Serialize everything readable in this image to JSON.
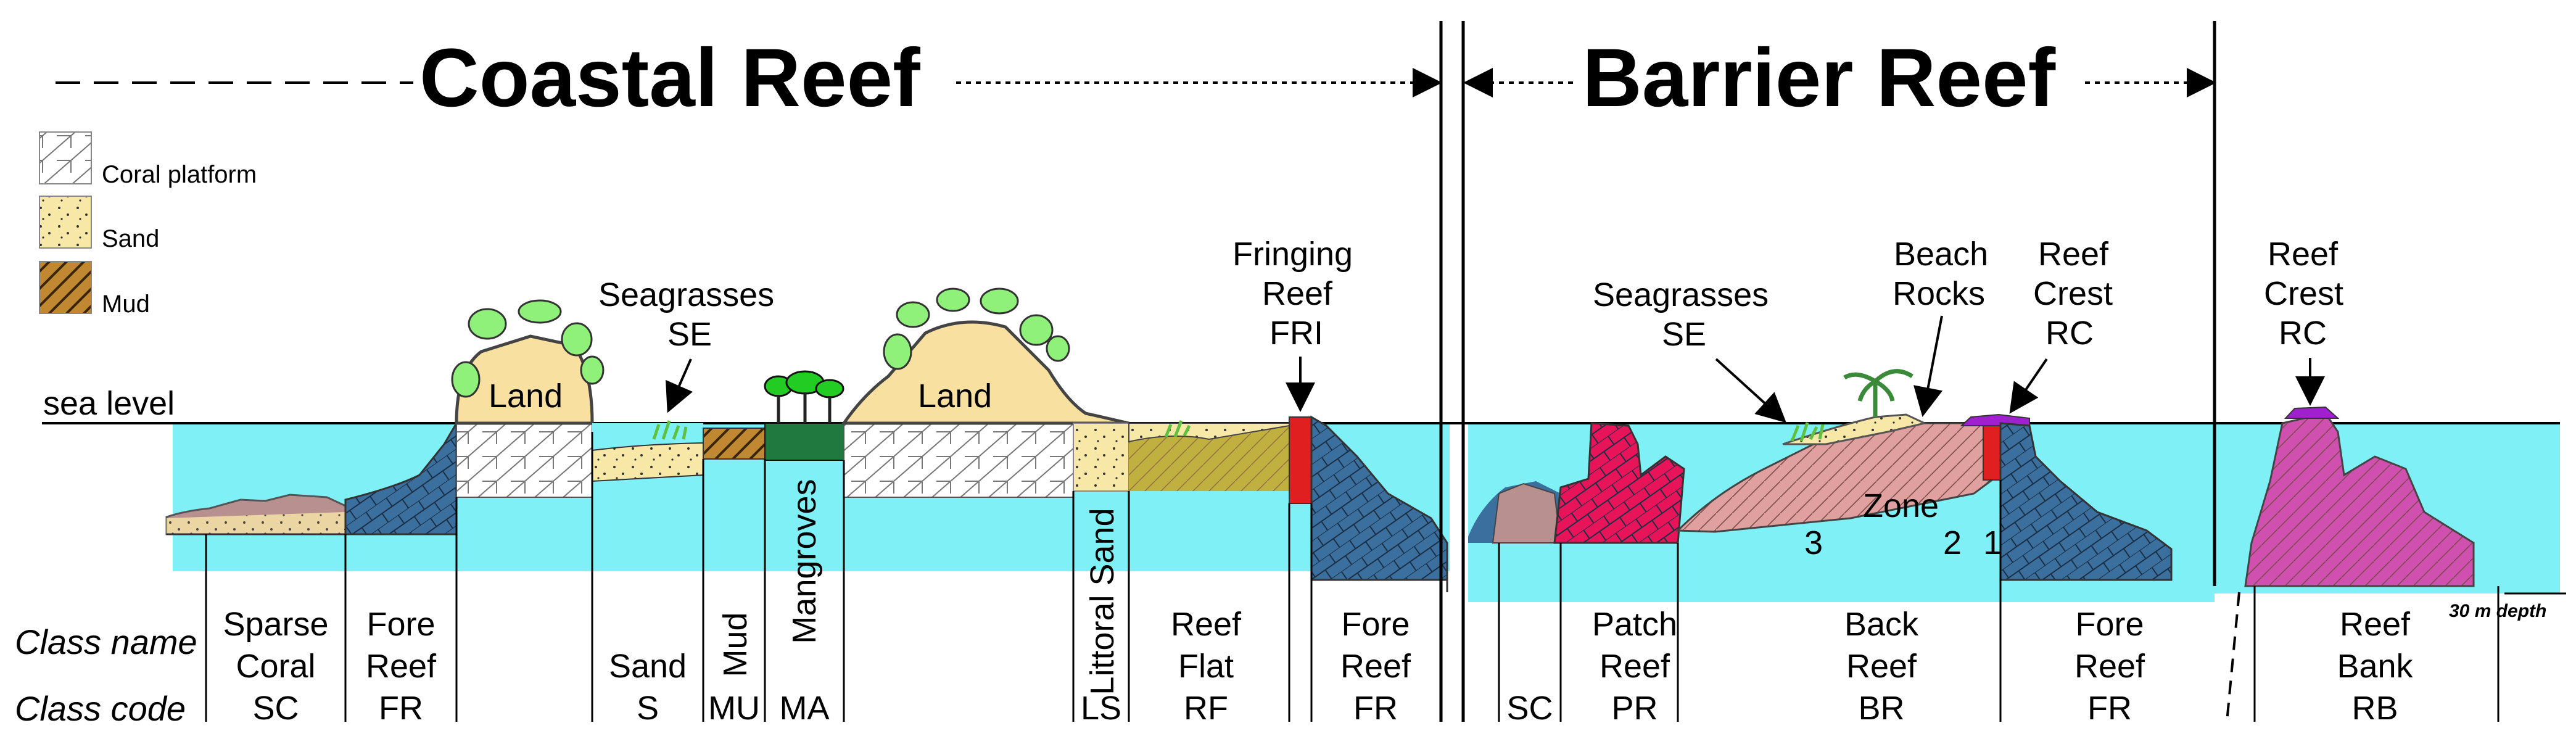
{
  "titles": {
    "coastal": "Coastal Reef",
    "barrier": "Barrier Reef"
  },
  "legend": [
    {
      "label": "Coral platform",
      "pattern": "coral-platform"
    },
    {
      "label": "Sand",
      "pattern": "sand"
    },
    {
      "label": "Mud",
      "pattern": "mud"
    }
  ],
  "labels": {
    "sea_level": "sea level",
    "land_left": "Land",
    "land_right": "Land",
    "seagrass_coastal": [
      "Seagrasses",
      "SE"
    ],
    "seagrass_barrier": [
      "Seagrasses",
      "SE"
    ],
    "fringing": [
      "Fringing",
      "Reef",
      "FRI"
    ],
    "beach_rocks": [
      "Beach",
      "Rocks"
    ],
    "reef_crest_barrier": [
      "Reef",
      "Crest",
      "RC"
    ],
    "reef_crest_bank": [
      "Reef",
      "Crest",
      "RC"
    ],
    "zone": "Zone",
    "zone_numbers": [
      "3",
      "2",
      "1"
    ],
    "depth_note": "30 m depth"
  },
  "row_labels": {
    "class_name": "Class name",
    "class_code": "Class code"
  },
  "classes": [
    {
      "name": [
        "Sparse",
        "Coral"
      ],
      "code": "SC"
    },
    {
      "name": [
        "Fore",
        "Reef"
      ],
      "code": "FR"
    },
    {
      "name": [
        "Sand"
      ],
      "code": "S"
    },
    {
      "name": [
        "Mud"
      ],
      "code": "MU",
      "vertical": true
    },
    {
      "name": [
        "Mangroves"
      ],
      "code": "MA",
      "vertical": true
    },
    {
      "name": [
        "Littoral Sand"
      ],
      "code": "LS",
      "vertical": true
    },
    {
      "name": [
        "Reef",
        "Flat"
      ],
      "code": "RF"
    },
    {
      "name": [
        "Fore",
        "Reef"
      ],
      "code": "FR"
    },
    {
      "name": [],
      "code": "SC"
    },
    {
      "name": [
        "Patch",
        "Reef"
      ],
      "code": "PR"
    },
    {
      "name": [
        "Back",
        "Reef"
      ],
      "code": "BR"
    },
    {
      "name": [
        "Fore",
        "Reef"
      ],
      "code": "FR"
    },
    {
      "name": [
        "Reef",
        "Bank"
      ],
      "code": "RB"
    }
  ],
  "colors": {
    "water": "#7ff0f5",
    "land": "#f8e0a0",
    "tree": "#8ff07a",
    "coral_pink": "#e0a0a0",
    "patch_reef": "#e8145a",
    "fore_reef": "#3a6f9e",
    "reef_bank": "#d050b0",
    "reef_flat": "#c0b040",
    "mangrove": "#207a40",
    "mud": "#c08830",
    "sand": "#f8e8a8",
    "crest": "#a020d0",
    "fringing": "#e02020"
  }
}
